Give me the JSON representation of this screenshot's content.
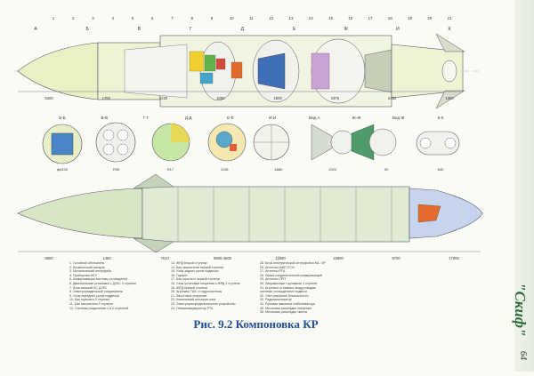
{
  "caption": "Рис. 9.2 Компоновка КР",
  "side_title": "\"Скиф\"",
  "page_number": "64",
  "top_callouts": [
    "1",
    "2",
    "3",
    "4",
    "5",
    "6",
    "7",
    "8",
    "9",
    "10",
    "11",
    "12",
    "13",
    "14",
    "15",
    "16",
    "17",
    "18",
    "19",
    "20",
    "21"
  ],
  "top_section_marks": [
    "А",
    "Б",
    "В",
    "Г",
    "Д",
    "Е",
    "Ж",
    "И",
    "К"
  ],
  "top_dimensions": [
    "5300",
    "1750",
    "1220",
    "1050",
    "1900",
    "1975",
    "2452",
    "1300"
  ],
  "views": [
    "Б-Б",
    "В-В",
    "Г-Г",
    "Д-Д",
    "Е-Е",
    "И-И",
    "Вид А",
    "Ж-Ж",
    "Вид Ж",
    "К-К"
  ],
  "view_dimensions": [
    "ф4100",
    "R35",
    "R17",
    "1108",
    "4880",
    "1920",
    "50",
    "840"
  ],
  "bottom_dimensions": [
    "5500",
    "1460",
    "7610",
    "6500-4600",
    "11800",
    "15800",
    "9700",
    "17000"
  ],
  "legend": [
    "1. Головной обтекатель",
    "2. Космический аппарат",
    "3. Механический интерфейс",
    "4. Приборная БСУ",
    "5. Коммуникации системы охлаждения",
    "6. Двигательная установка с ДУКС 3 ступени",
    "7. Блок высшей КС ДУКС",
    "8. Электрораздельный соединитель",
    "9. Узлы передних узлов подвески",
    "10. Бак горючего 2 ступени",
    "11. Бак окислителя 2 ступени",
    "12. Система разделения 1 и 2 ступеней",
    "13. ЖРД второй ступени",
    "14. Бак окислителя первой ступени",
    "15. Узлы задних узлов подвески",
    "16. Гаргрот",
    "17. Бак горючего первой ступени",
    "18. Узлы установки опорения к ЖРД 1 ступени",
    "19. ЖРД первой ступени",
    "20. Агрегаты ПАС и гидросистемы",
    "21. Хвостовое оперение",
    "22. Химический источник тока",
    "23. Электрораспределительное устройство",
    "24. Пневмоаккумулятор РТА",
    "25. Блок электрической интерфейса КА - КР",
    "26. Антенны АШП ССН",
    "27. Антенны РТА",
    "28. Линия соединительной коммуникаций",
    "29. Антенны УРП",
    "30. Заправочные горловины 2 ступени",
    "31. Агрегаты отъемных воздуховодов",
    "    системы охлаждения в подвесе",
    "32. Узел разъёмов безопасности",
    "33. Радиоанализатор",
    "34. Рулевая машинка стабилизатора",
    "35. Механизм раскладки оперения",
    "36. Механизм раскладки хвоста"
  ]
}
